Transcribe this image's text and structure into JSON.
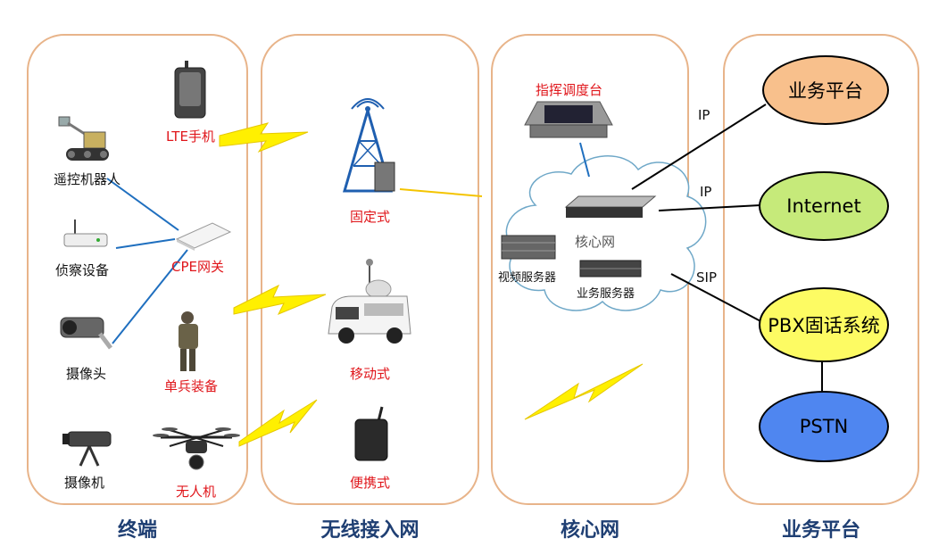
{
  "sections": {
    "terminal": "终端",
    "wireless": "无线接入网",
    "core": "核心网",
    "service": "业务平台"
  },
  "terminal": {
    "lte_phone": "LTE手机",
    "robot": "遥控机器人",
    "scout": "侦察设备",
    "cpe": "CPE网关",
    "camera": "摄像头",
    "soldier": "单兵装备",
    "camcorder": "摄像机",
    "drone": "无人机"
  },
  "wireless": {
    "fixed": "固定式",
    "mobile": "移动式",
    "portable": "便携式"
  },
  "core": {
    "dispatch": "指挥调度台",
    "core_net": "核心网",
    "video_server": "视频服务器",
    "service_server": "业务服务器"
  },
  "links": {
    "ip1": "IP",
    "ip2": "IP",
    "sip": "SIP"
  },
  "service": {
    "platform": "业务平台",
    "internet": "Internet",
    "pbx": "PBX固话系统",
    "pstn": "PSTN"
  },
  "colors": {
    "panel_border": "#e8b48a",
    "platform_fill": "#f8c08c",
    "internet_fill": "#c6ea7a",
    "pbx_fill": "#fdfb63",
    "pstn_fill": "#4f86f0",
    "lightning": "#fff000",
    "section_title": "#1f3f73",
    "red_label": "#e0161b"
  }
}
